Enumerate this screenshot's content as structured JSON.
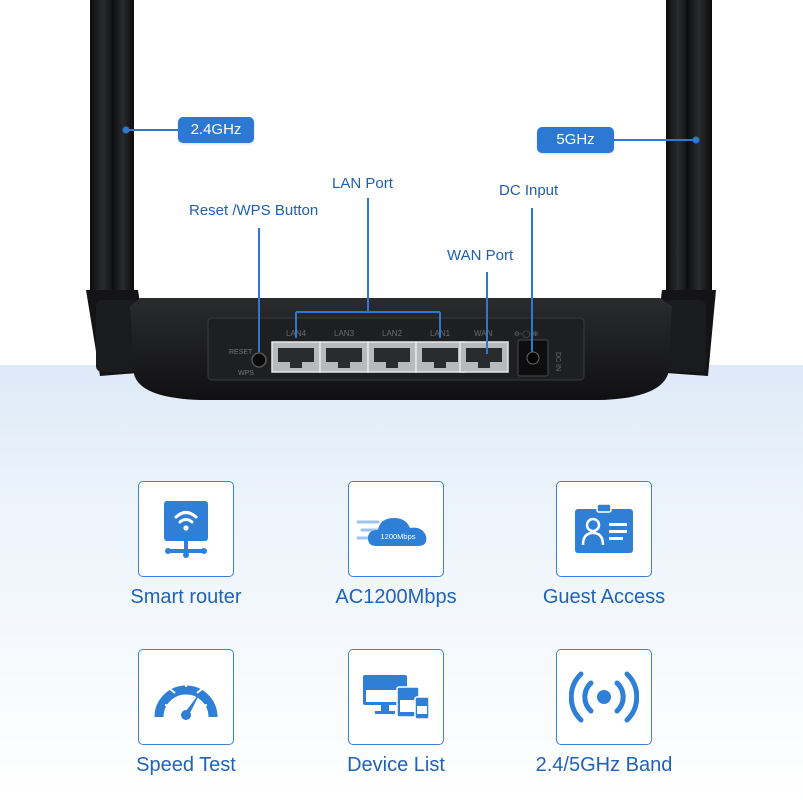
{
  "callouts": {
    "band_24": "2.4GHz",
    "band_5": "5GHz",
    "reset_wps": "Reset /WPS Button",
    "lan_port": "LAN Port",
    "dc_input": "DC Input",
    "wan_port": "WAN Port"
  },
  "router_panel": {
    "reset_text": "RESET",
    "wps_text": "WPS",
    "lan_labels": [
      "LAN4",
      "LAN3",
      "LAN2",
      "LAN1"
    ],
    "wan_text": "WAN",
    "dc_text": "DC IN"
  },
  "features": [
    {
      "icon": "smart-router-icon",
      "label": "Smart  router"
    },
    {
      "icon": "speed-cloud-icon",
      "label": "AC1200Mbps",
      "icon_text": "1200Mbps"
    },
    {
      "icon": "guest-card-icon",
      "label": "Guest Access"
    },
    {
      "icon": "speedometer-icon",
      "label": "Speed Test"
    },
    {
      "icon": "devices-icon",
      "label": "Device List"
    },
    {
      "icon": "wireless-signal-icon",
      "label": "2.4/5GHz Band"
    }
  ],
  "colors": {
    "accent": "#2b79d3",
    "text_blue": "#1f63b8",
    "router_body": "#1b1c1e"
  }
}
